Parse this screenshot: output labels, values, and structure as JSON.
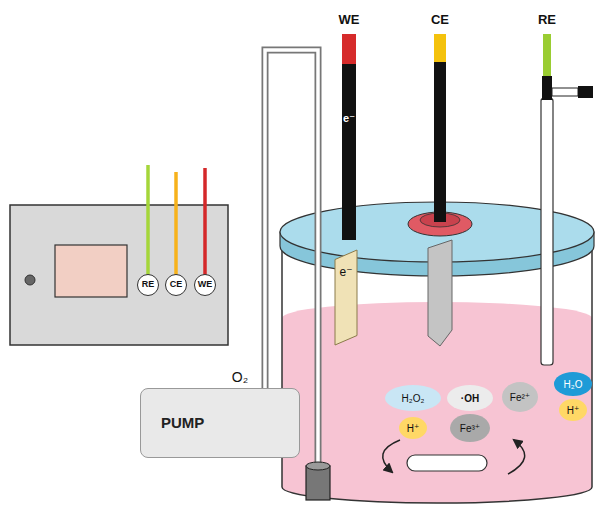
{
  "diagram": {
    "nodes": [
      {
        "text": [
          "RE"
        ]
      },
      {
        "text": [
          "CE"
        ]
      },
      {
        "text": [
          "WE"
        ]
      },
      {
        "text": [
          "PUMP"
        ]
      },
      {
        "text": [
          "e⁻"
        ]
      },
      {
        "text": [
          "H₂O₂"
        ]
      },
      {
        "text": [
          "·OH"
        ]
      },
      {
        "text": [
          "Fe²⁺"
        ]
      },
      {
        "text": [
          "H₂O"
        ]
      },
      {
        "text": [
          "H⁺"
        ]
      },
      {
        "text": [
          "H⁺"
        ]
      },
      {
        "text": [
          "Fe³⁺"
        ]
      }
    ],
    "labels": [
      "WE",
      "CE",
      "RE",
      "e⁻",
      "O₂"
    ]
  }
}
